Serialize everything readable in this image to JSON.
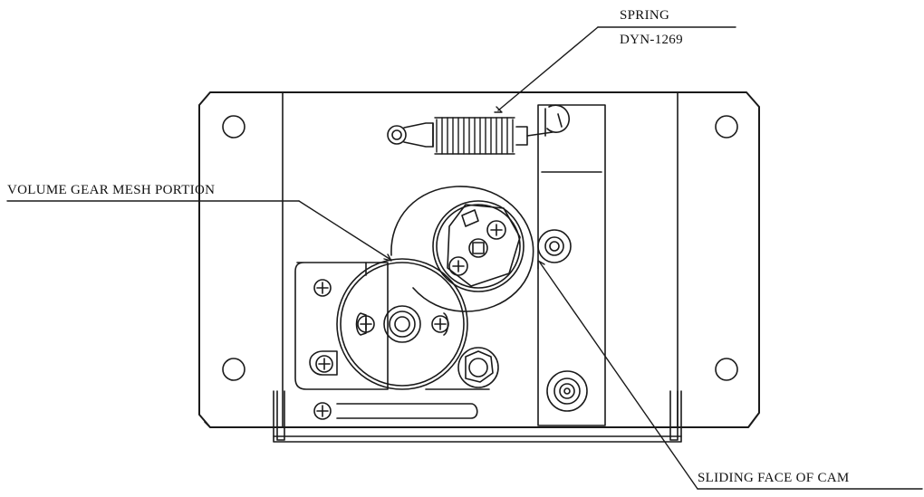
{
  "labels": {
    "spring": "SPRING",
    "spring_part": "DYN-1269",
    "volume_gear": "VOLUME GEAR MESH PORTION",
    "sliding_face": "SLIDING FACE OF CAM"
  },
  "colors": {
    "line": "#1a1a1a",
    "background": "#ffffff"
  }
}
